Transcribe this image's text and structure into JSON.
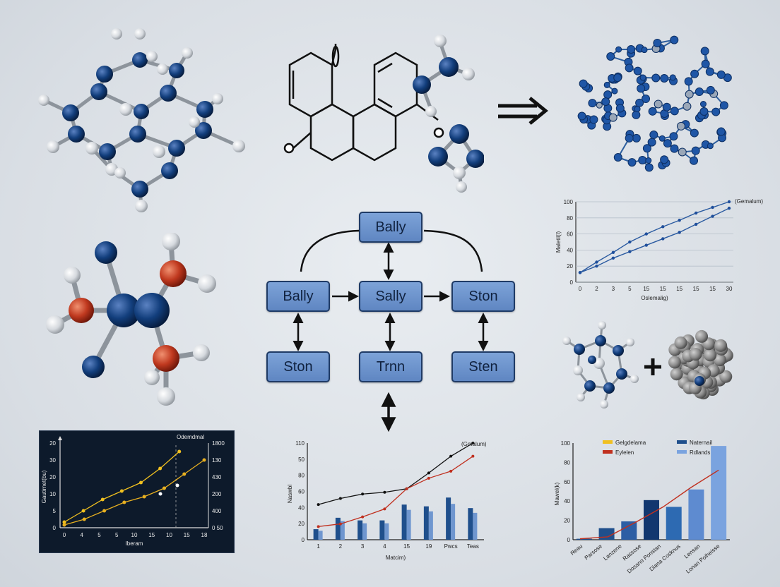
{
  "flow": {
    "top": "Bally",
    "left": "Bally",
    "center": "Sally",
    "right": "Ston",
    "bottom_left": "Ston",
    "bottom_center": "Trnn",
    "bottom_right": "Sten"
  },
  "colors": {
    "background": "#dde2e8",
    "atom_blue": "#0f3a78",
    "atom_red": "#c0391f",
    "atom_white": "#f2f2f2",
    "box_fill": "#6f96cf",
    "box_border": "#1f3b66"
  },
  "chart_data": [
    {
      "type": "line",
      "legend": [
        "(Gemalum)"
      ],
      "ylabel": "Maletil(l)",
      "xlabel": "Oslemalig)",
      "x_ticks": [
        "0",
        "2",
        "3",
        "5",
        "15",
        "15",
        "15",
        "15",
        "15",
        "30"
      ],
      "y_ticks": [
        "0",
        "20",
        "40",
        "60",
        "80",
        "100"
      ],
      "ylim": [
        0,
        100
      ],
      "series": [
        {
          "values": [
            12,
            25,
            37,
            50,
            60,
            69,
            77,
            86,
            93,
            100
          ]
        },
        {
          "values": [
            12,
            20,
            30,
            38,
            46,
            54,
            62,
            72,
            82,
            92
          ]
        }
      ]
    },
    {
      "type": "line",
      "legend": [
        "Odemdmal"
      ],
      "ylabel": "Gautimet(bu)",
      "xlabel": "Iberam",
      "x_ticks": [
        "0",
        "4",
        "5",
        "5",
        "10",
        "15",
        "10",
        "15",
        "18"
      ],
      "y_ticks": [
        "0",
        "5",
        "10",
        "20",
        "30",
        "20"
      ],
      "y2_ticks": [
        "0 50",
        "400",
        "200",
        "430",
        "130",
        "1800"
      ],
      "ylim": [
        0,
        30
      ],
      "series": [
        {
          "values": [
            2,
            6,
            10,
            13,
            16,
            21,
            27
          ]
        },
        {
          "values": [
            1,
            3,
            6,
            9,
            11,
            14,
            19,
            24
          ]
        }
      ]
    },
    {
      "type": "bar",
      "legend": [
        "(Gmalum)"
      ],
      "ylabel": "Naswbl",
      "xlabel": "Matcim)",
      "categories": [
        "1",
        "2",
        "3",
        "4",
        "15",
        "19",
        "Pwcs",
        "Teas"
      ],
      "y_ticks": [
        "0",
        "20",
        "40",
        "60",
        "80",
        "50",
        "110"
      ],
      "ylim": [
        0,
        110
      ],
      "series": [
        {
          "type": "bar",
          "values": [
            12,
            25,
            22,
            22,
            40,
            38,
            48,
            36
          ]
        },
        {
          "type": "line",
          "values": [
            40,
            47,
            52,
            54,
            58,
            76,
            95,
            110
          ]
        },
        {
          "type": "line",
          "values": [
            15,
            18,
            26,
            35,
            58,
            70,
            78,
            95
          ]
        }
      ]
    },
    {
      "type": "bar",
      "legend": [
        "Gelgdelama",
        "Naternail",
        "Eylelen",
        "Rdlands"
      ],
      "ylabel": "Mawel(k)",
      "categories": [
        "Reau",
        "Parsose",
        "Lanzene",
        "Rassose",
        "Dosano Ponstan",
        "Diana Cosknus",
        "Lensan",
        "Lonan Poiheisse"
      ],
      "y_ticks": [
        "0",
        "20",
        "40",
        "60",
        "80",
        "100"
      ],
      "ylim": [
        0,
        100
      ],
      "series": [
        {
          "type": "bar",
          "values": [
            1,
            12,
            19,
            41,
            34,
            52,
            97
          ]
        },
        {
          "type": "line",
          "values": [
            1,
            3,
            18,
            34,
            54,
            72
          ]
        }
      ]
    }
  ]
}
